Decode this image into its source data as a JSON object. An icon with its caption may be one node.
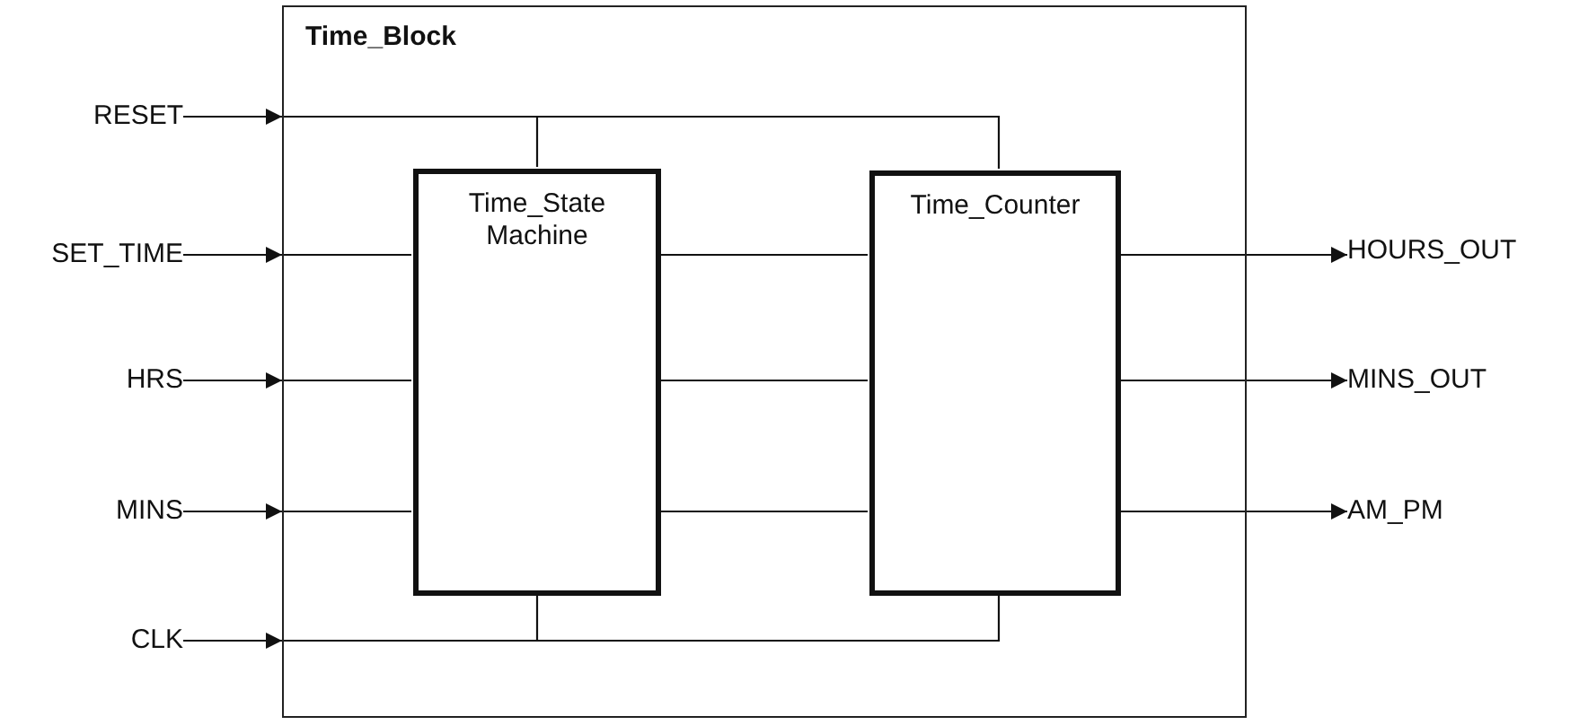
{
  "diagram": {
    "nodes": [
      {
        "text": [
          "Time_Block"
        ]
      },
      {
        "text": [
          "RESET"
        ]
      },
      {
        "text": [
          "SET_TIME"
        ]
      },
      {
        "text": [
          "HRS"
        ]
      },
      {
        "text": [
          "MINS"
        ]
      },
      {
        "text": [
          "CLK"
        ]
      },
      {
        "text": [
          "Time_State Machine"
        ],
        "in": 0
      },
      {
        "text": [
          "Time_Counter"
        ],
        "in": 0
      },
      {
        "text": [
          "HOURS_OUT"
        ]
      },
      {
        "text": [
          "MINS_OUT"
        ]
      },
      {
        "text": [
          "AM_PM"
        ]
      }
    ],
    "edges": [
      {
        "from": 1,
        "to": 0,
        "arrow": "to"
      },
      {
        "from": 2,
        "to": 0,
        "arrow": "to"
      },
      {
        "from": 3,
        "to": 0,
        "arrow": "to"
      },
      {
        "from": 4,
        "to": 0,
        "arrow": "to"
      },
      {
        "from": 5,
        "to": 0,
        "arrow": "to"
      },
      {
        "from": 0,
        "to": 6,
        "arrow": "none"
      },
      {
        "from": 0,
        "to": 7,
        "arrow": "none"
      },
      {
        "from": 0,
        "to": 6,
        "arrow": "none"
      },
      {
        "from": 0,
        "to": 6,
        "arrow": "none"
      },
      {
        "from": 0,
        "to": 6,
        "arrow": "none"
      },
      {
        "from": 0,
        "to": 6,
        "arrow": "none"
      },
      {
        "from": 0,
        "to": 7,
        "arrow": "none"
      },
      {
        "from": 6,
        "to": 7,
        "arrow": "none"
      },
      {
        "from": 6,
        "to": 7,
        "arrow": "none"
      },
      {
        "from": 6,
        "to": 7,
        "arrow": "none"
      },
      {
        "from": 7,
        "to": 8,
        "arrow": "to"
      },
      {
        "from": 7,
        "to": 9,
        "arrow": "to"
      },
      {
        "from": 7,
        "to": 10,
        "arrow": "to"
      }
    ]
  }
}
